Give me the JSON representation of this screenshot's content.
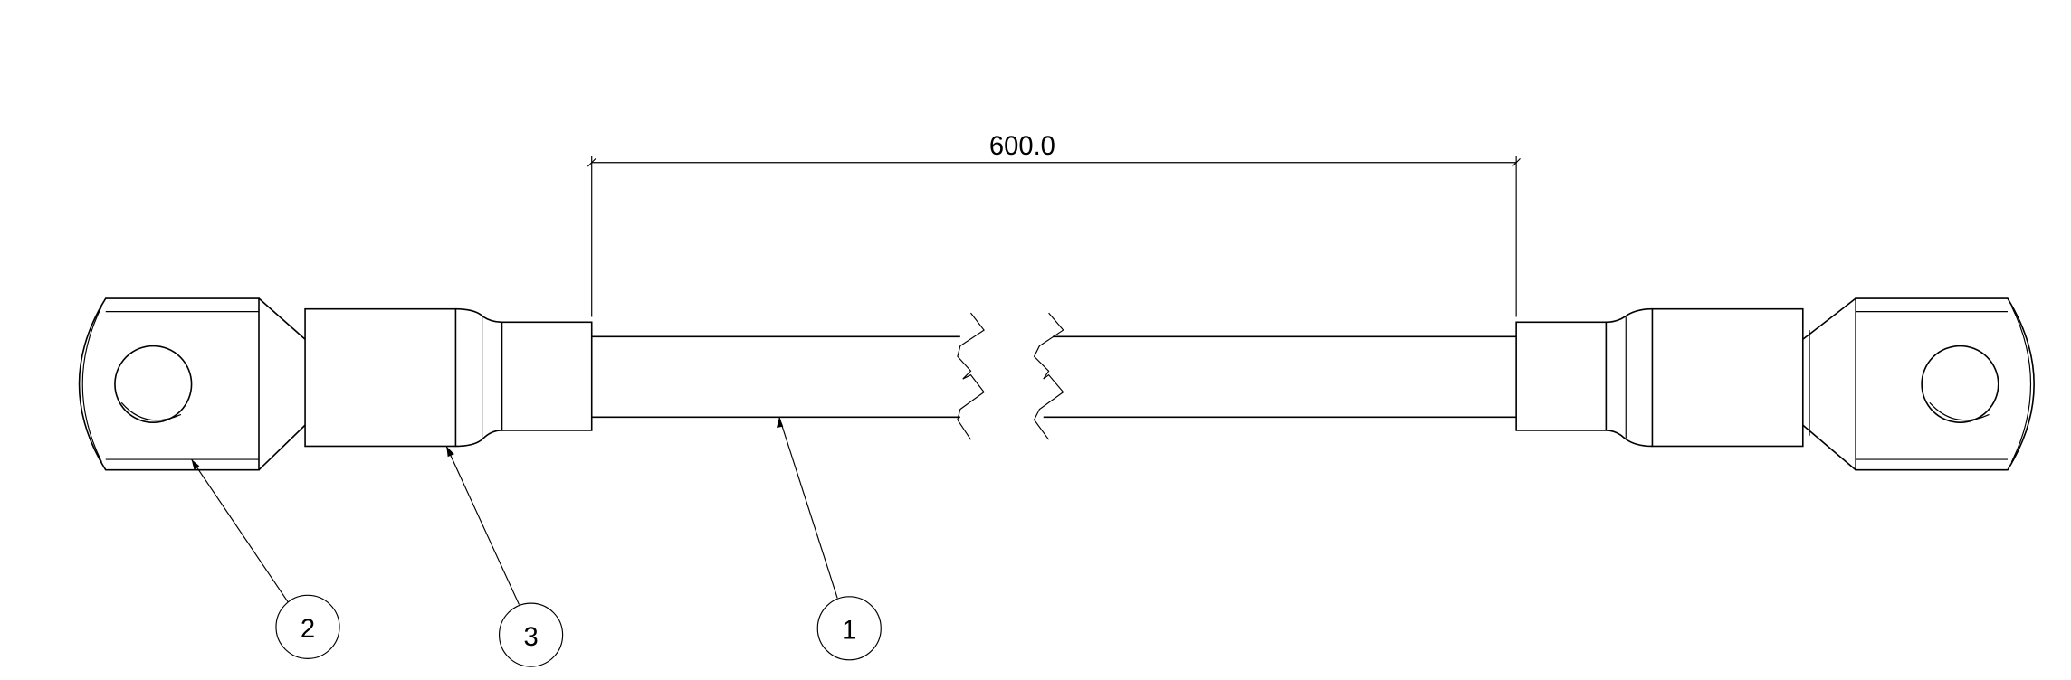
{
  "drawing": {
    "dimension": {
      "label": "600.0"
    },
    "balloons": [
      {
        "number": "1",
        "part": "cable"
      },
      {
        "number": "2",
        "part": "ring-lug"
      },
      {
        "number": "3",
        "part": "heat-shrink-sleeve"
      }
    ],
    "colors": {
      "line": "#000000",
      "background": "#ffffff"
    }
  }
}
